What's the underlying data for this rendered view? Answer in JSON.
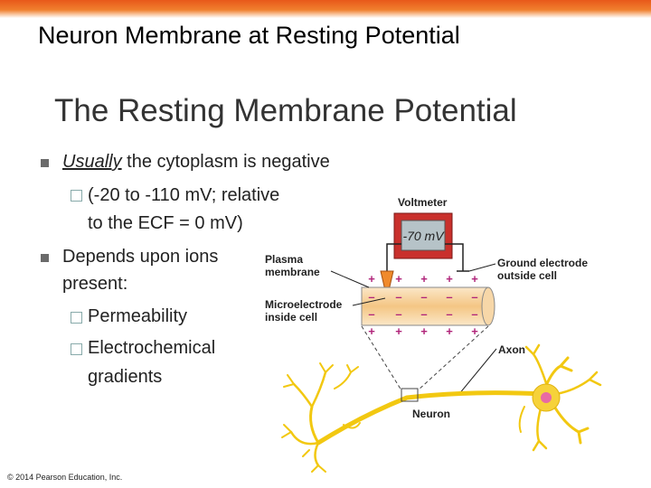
{
  "slide": {
    "title": "Neuron Membrane at Resting Potential",
    "inner_title": "The Resting Membrane Potential",
    "bullet1_emph": "Usually",
    "bullet1_rest": " the cytoplasm is negative",
    "sub1_line1": "(-20 to -110 mV; relative",
    "sub1_line2": "to the ECF =  0 mV)",
    "bullet2_line1": "Depends upon ions",
    "bullet2_line2": "present:",
    "sub2": "Permeability",
    "sub3_line1": "Electrochemical",
    "sub3_line2": "gradients",
    "copyright": "© 2014 Pearson Education, Inc."
  },
  "diagram": {
    "voltmeter_label": "Voltmeter",
    "voltmeter_reading": "-70 mV",
    "plasma_label_1": "Plasma",
    "plasma_label_2": "membrane",
    "ground_label_1": "Ground electrode",
    "ground_label_2": "outside cell",
    "micro_label_1": "Microelectrode",
    "micro_label_2": "inside cell",
    "axon_label": "Axon",
    "neuron_label": "Neuron",
    "plus_sign": "+",
    "minus_sign": "–"
  },
  "colors": {
    "accent_orange": "#e8581a",
    "neuron_yellow": "#f6d23a",
    "voltmeter_red": "#c9302c",
    "sign_color": "#b0247a"
  }
}
